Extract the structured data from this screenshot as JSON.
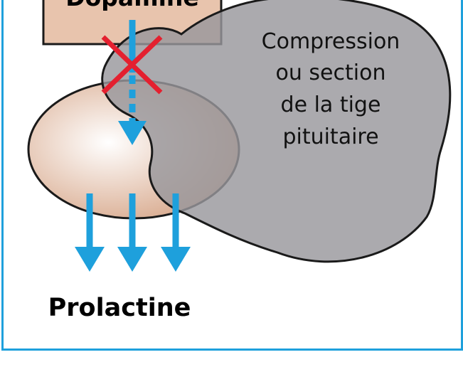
{
  "labels": {
    "dopamine": "Dopamine",
    "compression_line1": "Compression",
    "compression_line2": "ou section",
    "compression_line3": "de la tige",
    "compression_line4": "pituitaire",
    "prolactin": "Prolactine"
  },
  "colors": {
    "frame": "#1ea0dc",
    "arrow": "#1ea0dc",
    "cross": "#e4202f",
    "lesion_fill": "#98979c",
    "dopamine_box_fill": "#e8c4ad",
    "pituitary_gradient_inner": "#ffffff",
    "pituitary_gradient_outer": "#d7a78a",
    "outline": "#1a1a1a"
  },
  "icons": {
    "blocked": "red-x-cross-icon",
    "flow": "down-arrow-icon"
  }
}
